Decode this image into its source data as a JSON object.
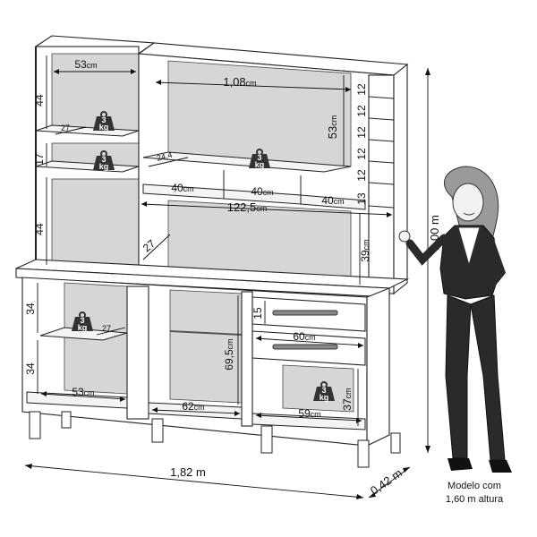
{
  "dimensions": {
    "upper_left_shelf_width": "53",
    "upper_left_top_height": "44",
    "upper_left_depth": "27",
    "upper_left_mid_height": "17",
    "upper_left_lower_height": "44",
    "upper_right_inner_width": "1,08",
    "upper_right_height": "53",
    "niche_depth": "24,4",
    "niche_width_1": "40",
    "niche_width_2": "40",
    "niche_width_3": "40",
    "upper_total_width": "122,5",
    "upper_right_depth": "27",
    "upper_right_lower_height": "39",
    "side_shelf_1": "12",
    "side_shelf_2": "12",
    "side_shelf_3": "12",
    "side_shelf_4": "12",
    "side_shelf_5": "12",
    "side_shelf_6": "13",
    "lower_left_top_height": "34",
    "lower_left_depth": "27",
    "lower_left_bottom_height": "34",
    "lower_left_width": "53",
    "lower_mid_height": "69,5",
    "lower_mid_width": "62",
    "drawer_height": "15",
    "drawer_width": "60",
    "lower_right_height": "37",
    "lower_right_width": "59",
    "total_height": "2,00",
    "total_width": "1,82",
    "total_depth": "0,42"
  },
  "units": {
    "cm": "cm",
    "m": "m"
  },
  "weights": {
    "label_1": "3",
    "unit": "kg"
  },
  "caption": {
    "line1": "Modelo com",
    "line2": "1,60 m altura"
  }
}
